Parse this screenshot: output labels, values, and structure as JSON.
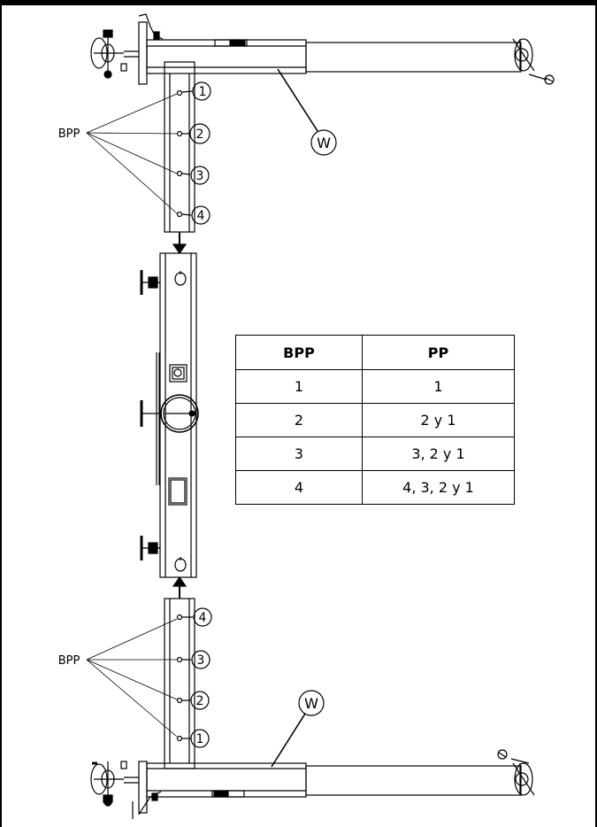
{
  "labels": {
    "bpp_top": "BPP",
    "bpp_bottom": "BPP",
    "w_top": "W",
    "w_bottom": "W"
  },
  "top_markers": [
    "1",
    "2",
    "3",
    "4"
  ],
  "bottom_markers": [
    "4",
    "3",
    "2",
    "1"
  ],
  "table": {
    "headers": [
      "BPP",
      "PP"
    ],
    "rows": [
      [
        "1",
        "1"
      ],
      [
        "2",
        "2 y 1"
      ],
      [
        "3",
        "3, 2 y 1"
      ],
      [
        "4",
        "4, 3, 2 y 1"
      ]
    ]
  }
}
